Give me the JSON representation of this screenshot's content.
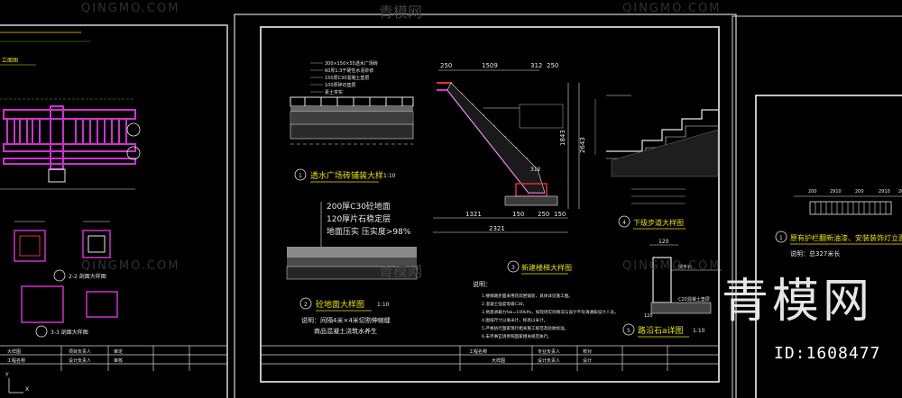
{
  "watermarks": {
    "site": "QINGMO.COM",
    "cn": "青模网",
    "brand": "青模网",
    "id": "ID:1608477"
  },
  "sections": {
    "s1_title": "透水广场砖铺装大样",
    "s1_scale": "1:10",
    "s2_title": "砼地面大样图",
    "s2_scale": "1:10",
    "s3_title": "新建楼梯大样图",
    "s4_title": "下级步道大样图",
    "s5_title": "路沿石a详图",
    "s5_scale": "1:10",
    "s6_title": "原有护栏翻新油漆、安装装饰灯立面大样",
    "s6_sub": "说明：总327米长",
    "left_a": "2-2 剖面大样图",
    "left_b": "3-3 剖面大样图"
  },
  "paving_layers": [
    "300×150×55透水广场砖",
    "60厚1:3干硬性水泥砂浆",
    "150厚C30混凝土垫层",
    "100厚碎石垫层",
    "素土夯实"
  ],
  "concrete_layers": [
    "200厚C30砼地面",
    "120厚片石稳定层",
    "地面压实 压实度>98%"
  ],
  "concrete_note": [
    "说明：间隔4米×4米切割伸缩缝",
    "商品混凝土浇筑水养生"
  ],
  "stair_dims": {
    "d1": "250",
    "d2": "1509",
    "d3": "312",
    "d4": "250",
    "d5": "1321",
    "d6": "150",
    "d7": "2321",
    "d8": "1843",
    "d9": "2643",
    "d10": "312",
    "d11": "150",
    "d12": "250"
  },
  "curb_dims": {
    "d1": "120",
    "d2": "120",
    "label1": "侧平石",
    "label2": "C20混凝土垫层"
  },
  "rail_dims": [
    "200",
    "2910",
    "200",
    "2910",
    "200"
  ],
  "notes_title": "说明：",
  "notes": [
    "1.楼梯踏步面采用花岗岩铺装，具体详见施工图。",
    "2.混凝土强度等级C30。",
    "3.地基承载力fak=100kPa，如现场实际情况与设计不符请通知设计人员。",
    "4.图纸尺寸以毫米计，标高以米计。",
    "5.严格执行国家现行相关施工规范及验收标准。",
    "6.未尽事宜请参照国家相关规范执行。"
  ],
  "title_block_left": {
    "t1": "大样图",
    "t2": "工程名称",
    "t3": "项目负责人",
    "t4": "设计负责人",
    "t5": "审定",
    "t6": "审核"
  },
  "title_block_mid": {
    "t1": "大样图",
    "t2": "工程名称",
    "t3": "专业负责人",
    "t4": "设计负责人",
    "t5": "校对",
    "t6": "设计"
  },
  "colors": {
    "bg": "#000000",
    "white": "#e8e8e8",
    "yellow": "#e8e000",
    "magenta": "#d030d0",
    "red": "#e03030",
    "green": "#30c030",
    "cyan": "#30c0c0",
    "frame": "#d0d0d0"
  }
}
